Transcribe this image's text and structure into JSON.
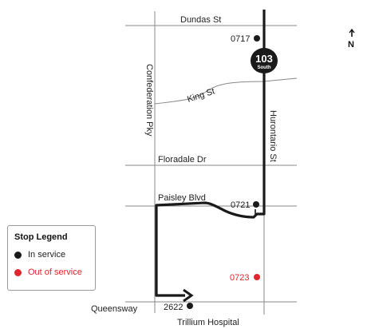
{
  "streets": {
    "dundas": "Dundas St",
    "king": "King St",
    "confederation": "Confederation Pky",
    "hurontario": "Hurontario St",
    "floradale": "Floradale Dr",
    "paisley": "Paisley Blvd",
    "queensway": "Queensway"
  },
  "route": {
    "number": "103",
    "direction": "South",
    "badge_color": "#1a1a1a",
    "line_color": "#1a1a1a"
  },
  "stops": [
    {
      "id": "0717",
      "status": "in_service"
    },
    {
      "id": "0721",
      "status": "in_service"
    },
    {
      "id": "0723",
      "status": "out_of_service"
    },
    {
      "id": "2622",
      "status": "in_service"
    }
  ],
  "destination": "Trillium Hospital",
  "compass": {
    "letter": "N"
  },
  "legend": {
    "title": "Stop Legend",
    "in_service_label": "In service",
    "out_of_service_label": "Out of service",
    "in_service_color": "#1a1a1a",
    "out_of_service_color": "#e0262e"
  }
}
